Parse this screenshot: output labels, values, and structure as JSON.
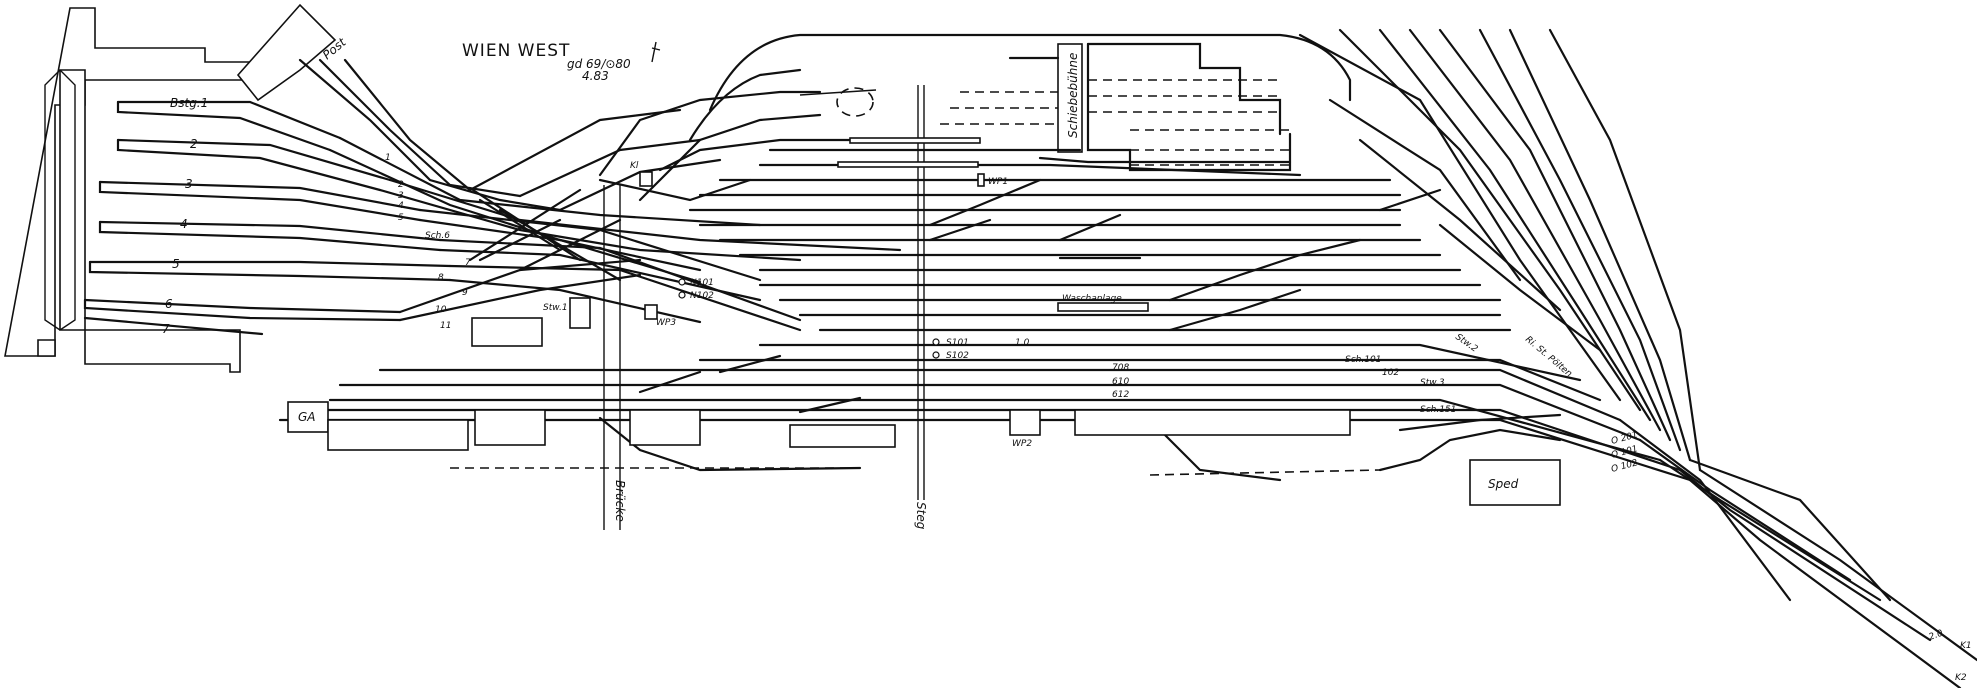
{
  "title": "WIEN WEST",
  "note": {
    "line1": "gd 69/⊙80",
    "line2": "4.83"
  },
  "buildings": {
    "post": "Post",
    "schiebebuehne": "Schiebebühne",
    "brucke": "Brücke",
    "steg": "Steg",
    "waschanlage": "Waschanlage",
    "ga": "GA",
    "sped": "Sped",
    "kl": "Kl"
  },
  "platforms": [
    "Bstg.1",
    "2",
    "3",
    "4",
    "5",
    "6",
    "7"
  ],
  "stellwerke": [
    "Stw.1",
    "Stw.2",
    "Stw.3",
    "WP1",
    "WP2",
    "WP3"
  ],
  "signals_left": [
    "1",
    "2",
    "3",
    "4",
    "5",
    "Sch.6",
    "7",
    "8",
    "9",
    "10",
    "11"
  ],
  "signals_mid": [
    "N101",
    "N102",
    "S101",
    "S102"
  ],
  "track_numbers": [
    "1.0",
    "708",
    "610",
    "612"
  ],
  "signals_right": [
    "Sch.101",
    "102",
    "Sch.151",
    "O 201",
    "O 101",
    "O 102"
  ],
  "exit": {
    "track": "2.0",
    "k1": "K1",
    "k2": "K2",
    "direction": "Ri. St. Pölten"
  }
}
